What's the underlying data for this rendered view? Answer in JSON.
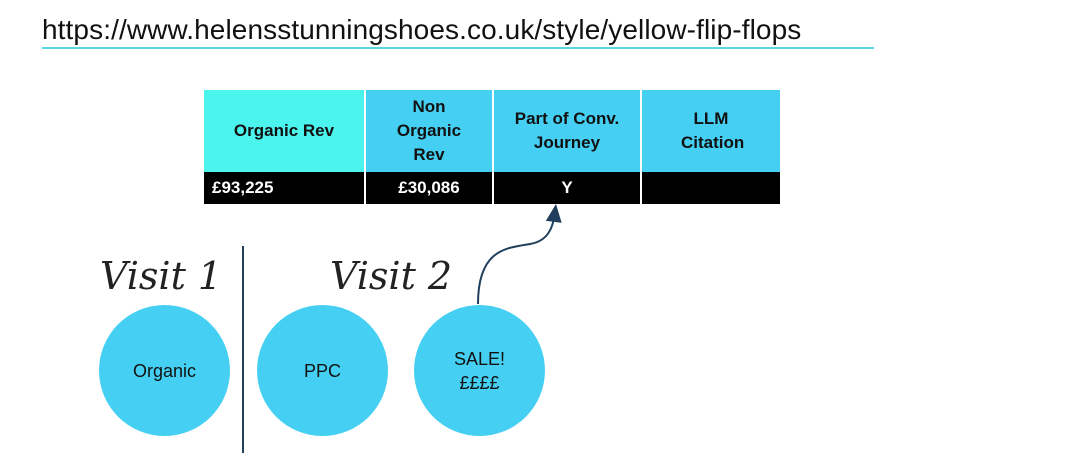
{
  "url": "https://www.helensstunningshoes.co.uk/style/yellow-flip-flops",
  "colors": {
    "header_first": "#4cf4ee",
    "header_rest": "#45d0f3",
    "circle": "#45d0f3",
    "arrow": "#1f3f5c"
  },
  "table": {
    "headers": [
      "Organic Rev",
      "Non Organic Rev",
      "Part of Conv. Journey",
      "LLM Citation"
    ],
    "row": [
      "£93,225",
      "£30,086",
      "Y",
      ""
    ]
  },
  "visits": {
    "visit1_label": "Visit 1",
    "visit2_label": "Visit 2"
  },
  "circles": {
    "organic": "Organic",
    "ppc": "PPC",
    "sale_line1": "SALE!",
    "sale_line2": "££££"
  }
}
